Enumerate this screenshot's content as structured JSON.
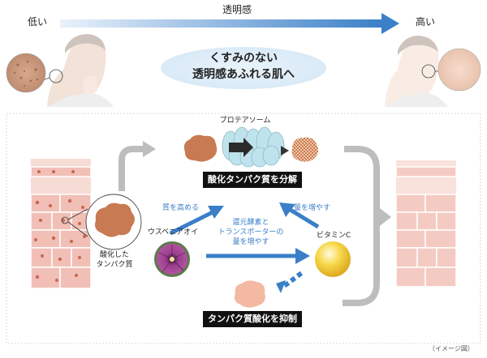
{
  "header": {
    "label_low": "低い",
    "label_high": "高い",
    "axis_label": "透明感",
    "bubble_line1": "くすみのない",
    "bubble_line2": "透明感あふれる肌へ"
  },
  "diagram": {
    "proteasome_label": "プロテアソーム",
    "decompose_box": "酸化タンパク質を分解",
    "oxidized_protein_line1": "酸化した",
    "oxidized_protein_line2": "タンパク質",
    "mallow_label": "ウスベニアオイ",
    "vitamin_c_label": "ビタミンC",
    "left_arrow_label": "質を高める",
    "right_arrow_label": "量を増やす",
    "center_line1": "還元酵素と",
    "center_line2": "トランスポーターの",
    "center_line3": "量を増やす",
    "suppress_box": "タンパク質酸化を抑制",
    "note": "（イメージ図）"
  },
  "colors": {
    "arrow_blue": "#3a7fc8",
    "skin_pink": "#f5d3cc",
    "protein_brown": "#c87a52",
    "proteasome_blue": "#bfe3ec"
  }
}
